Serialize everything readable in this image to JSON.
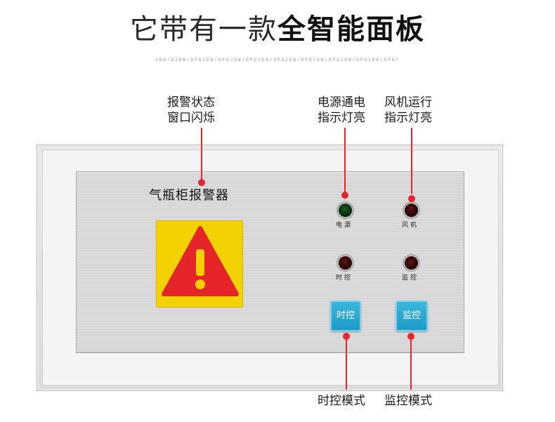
{
  "header": {
    "title_light": "它带有一款",
    "title_bold": "全智能面板",
    "subtitle": "JDW/DJDW/DPQJDW/DPQJDW/DPQJDW/DPQJDW/DPQJDW/DPQJDW/DPQJDW/DPQJ"
  },
  "callouts": {
    "alarm_window": {
      "line1": "报警状态",
      "line2": "窗口闪烁"
    },
    "power_indicator": {
      "line1": "电源通电",
      "line2": "指示灯亮"
    },
    "fan_indicator": {
      "line1": "风机运行",
      "line2": "指示灯亮"
    },
    "timer_mode": {
      "line1": "时控模式"
    },
    "monitor_mode": {
      "line1": "监控模式"
    }
  },
  "panel": {
    "title": "气瓶柜报警器",
    "leds": [
      {
        "label": "电源",
        "color": "green"
      },
      {
        "label": "风机",
        "color": "red"
      },
      {
        "label": "时控",
        "color": "red"
      },
      {
        "label": "监控",
        "color": "red"
      }
    ],
    "buttons": {
      "timer_label": "时控",
      "monitor_label": "监控"
    }
  },
  "colors": {
    "accent_red": "#e3262f",
    "warning_yellow": "#f2d200",
    "warning_red": "#e5252a",
    "button_blue": "#1d9cc7"
  }
}
